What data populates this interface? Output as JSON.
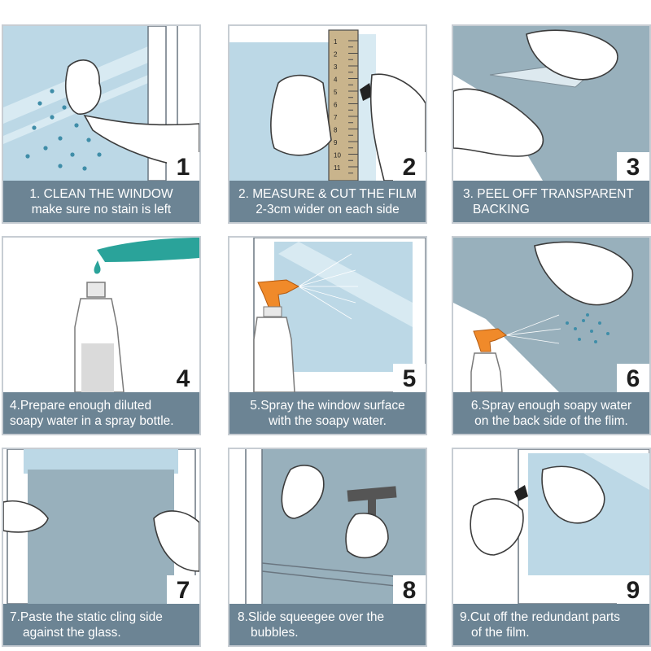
{
  "steps": [
    {
      "number": "1",
      "line1": "1. CLEAN THE WINDOW",
      "line2": "make sure no stain is left"
    },
    {
      "number": "2",
      "line1": "2. MEASURE & CUT THE FILM",
      "line2": "2-3cm wider on each side"
    },
    {
      "number": "3",
      "line1": "3. PEEL OFF TRANSPARENT",
      "line2": "BACKING"
    },
    {
      "number": "4",
      "line1": "4.Prepare enough diluted",
      "line2": "soapy water in a spray bottle."
    },
    {
      "number": "5",
      "line1": "5.Spray the window surface",
      "line2": "with the soapy water."
    },
    {
      "number": "6",
      "line1": "6.Spray enough soapy water",
      "line2": "on the back side of the flim."
    },
    {
      "number": "7",
      "line1": "7.Paste the static cling side",
      "line2": "against the glass."
    },
    {
      "number": "8",
      "line1": "8.Slide squeegee over the",
      "line2": "bubbles."
    },
    {
      "number": "9",
      "line1": "9.Cut off the redundant parts",
      "line2": "of the film."
    }
  ],
  "ruler_ticks": [
    "1",
    "2",
    "3",
    "4",
    "5",
    "6",
    "7",
    "8",
    "9",
    "10",
    "11"
  ],
  "colors": {
    "caption_bg": "#6c8494",
    "glass": "#bcd8e6",
    "film": "#98b0bc",
    "frame": "#ffffff",
    "ruler": "#c9b48c",
    "spray_nozzle": "#f08a2a",
    "teal_bottle": "#2aa39a",
    "water_drop": "#3f8da8"
  }
}
